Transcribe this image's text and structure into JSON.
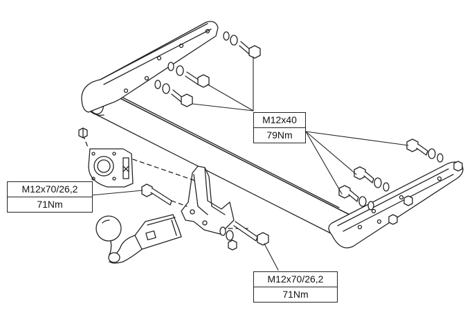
{
  "labels": {
    "top_bolt": {
      "size": "M12x40",
      "torque": "79Nm"
    },
    "left_bolt": {
      "size": "M12x70/26,2",
      "torque": "71Nm"
    },
    "bottom_bolt": {
      "size": "M12x70/26,2",
      "torque": "71Nm"
    }
  },
  "colors": {
    "line": "#222222",
    "fill": "#ffffff"
  }
}
